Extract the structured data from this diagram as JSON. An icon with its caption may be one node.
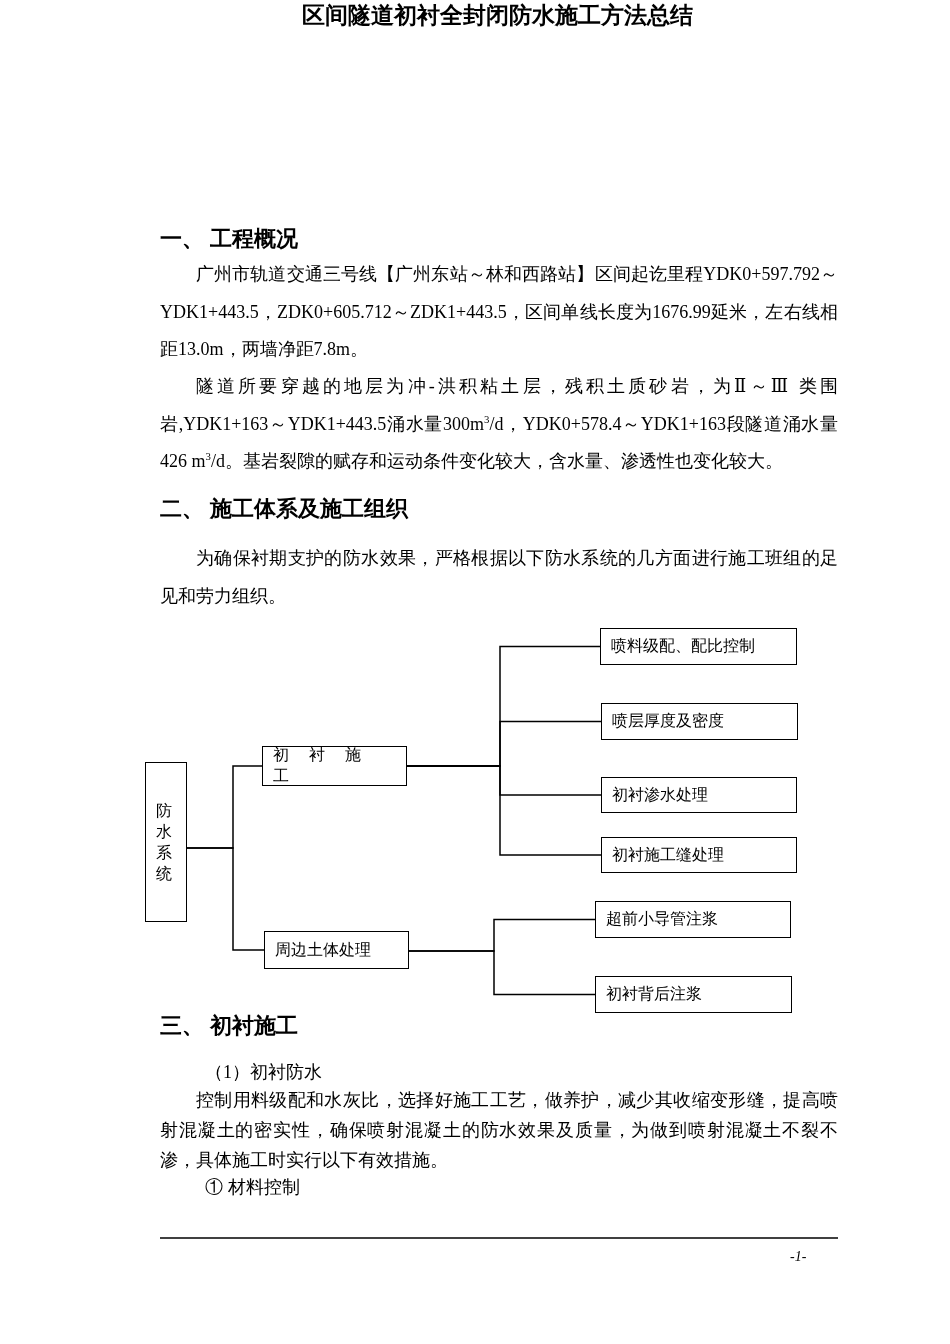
{
  "diagram": {
    "title": "区间隧道初衬全封闭防水施工方法总结",
    "nodes": [
      {
        "text": [
          "防水系统"
        ]
      },
      {
        "text": [
          "初衬施工"
        ]
      },
      {
        "text": [
          "周边土体处理"
        ]
      },
      {
        "text": [
          "喷料级配、配比控制"
        ]
      },
      {
        "text": [
          "喷层厚度及密度"
        ]
      },
      {
        "text": [
          "初衬渗水处理"
        ]
      },
      {
        "text": [
          "初衬施工缝处理"
        ]
      },
      {
        "text": [
          "超前小导管注浆"
        ]
      },
      {
        "text": [
          "初衬背后注浆"
        ]
      }
    ],
    "edges": [
      {
        "from": 0,
        "to": 1,
        "arrow": "none"
      },
      {
        "from": 0,
        "to": 2,
        "arrow": "none"
      },
      {
        "from": 1,
        "to": 3,
        "arrow": "none"
      },
      {
        "from": 1,
        "to": 4,
        "arrow": "none"
      },
      {
        "from": 1,
        "to": 5,
        "arrow": "none"
      },
      {
        "from": 1,
        "to": 6,
        "arrow": "none"
      },
      {
        "from": 2,
        "to": 7,
        "arrow": "none"
      },
      {
        "from": 2,
        "to": 8,
        "arrow": "none"
      }
    ],
    "labels": [
      "一、 工程概况",
      "广州市轨道交通三号线【广州东站～林和西路站】区间起讫里程YDK0+597.792～YDK1+443.5，ZDK0+605.712～ZDK1+443.5，区间单线长度为1676.99延米，左右线相距13.0m，两墙净距7.8m。",
      "隧道所要穿越的地层为冲-洪积粘土层，残积土质砂岩，为Ⅱ～Ⅲ 类围岩,YDK1+163～YDK1+443.5涌水量300m$^{3}$/d，YDK0+578.4～YDK1+163段隧道涌水量426 m$^{3}$/d。基岩裂隙的赋存和运动条件变化较大，含水量、渗透性也变化较大。",
      "二、 施工体系及施工组织",
      "为确保衬期支护的防水效果，严格根据以下防水系统的几方面进行施工班组的足见和劳力组织。",
      "三、 初衬施工",
      "（1）初衬防水",
      "控制用料级配和水灰比，选择好施工工艺，做养护，减少其收缩变形缝，提高喷射混凝土的密实性，确保喷射混凝土的防水效果及质量，为做到喷射混凝土不裂不渗，具体施工时实行以下有效措施。",
      "① 材料控制",
      "-1-"
    ]
  }
}
